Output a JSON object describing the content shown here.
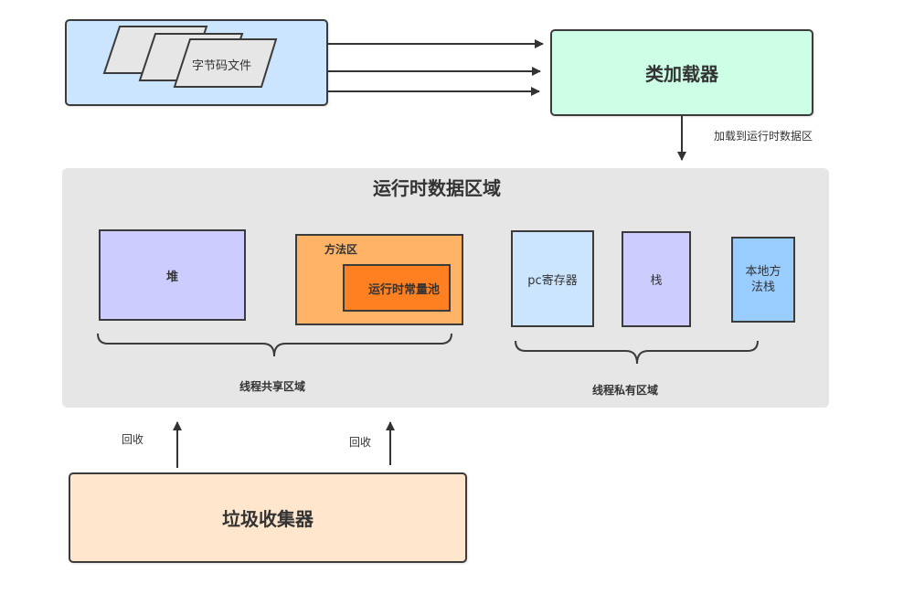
{
  "bytecode_group": {
    "label": "字节码文件",
    "fill": "#cce5ff",
    "file_fill": "#e6e6e6"
  },
  "class_loader": {
    "label": "类加载器",
    "fill": "#ccffe6"
  },
  "load_arrow_label": "加载到运行时数据区",
  "runtime_area": {
    "title": "运行时数据区域",
    "fill": "#e6e6e6",
    "heap": {
      "label": "堆",
      "fill": "#ccccff"
    },
    "method_area": {
      "label": "方法区",
      "fill": "#ffb366",
      "constant_pool": {
        "label": "运行时常量池",
        "fill": "#ff8020"
      }
    },
    "pc_register": {
      "label": "pc寄存器",
      "fill": "#cce5ff"
    },
    "stack": {
      "label": "栈",
      "fill": "#ccccff"
    },
    "native_stack": {
      "label_line1": "本地方",
      "label_line2": "法栈",
      "fill": "#99ccff"
    },
    "shared_group_label": "线程共享区域",
    "private_group_label": "线程私有区域"
  },
  "gc_arrows": [
    {
      "label": "回收"
    },
    {
      "label": "回收"
    }
  ],
  "garbage_collector": {
    "label": "垃圾收集器",
    "fill": "#ffe6cc"
  },
  "stroke_color": "#3b3b3b"
}
